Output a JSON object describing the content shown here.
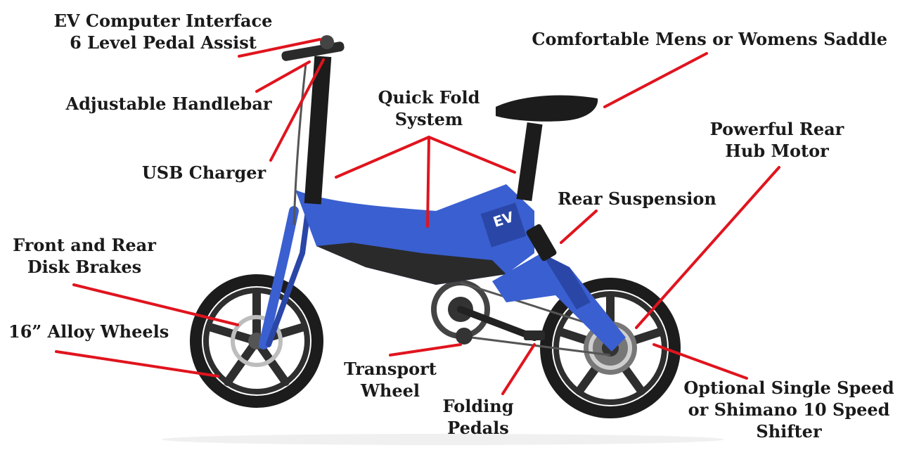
{
  "labels": {
    "ev_computer": {
      "line1": "EV Computer Interface",
      "line2": "6 Level Pedal Assist"
    },
    "handlebar": "Adjustable Handlebar",
    "usb_charger": "USB Charger",
    "disk_brakes": {
      "line1": "Front and Rear",
      "line2": "Disk Brakes"
    },
    "alloy_wheels": "16” Alloy Wheels",
    "quick_fold": {
      "line1": "Quick Fold",
      "line2": "System"
    },
    "saddle": "Comfortable Mens or Womens Saddle",
    "hub_motor": {
      "line1": "Powerful Rear",
      "line2": "Hub Motor"
    },
    "rear_suspension": "Rear Suspension",
    "transport_wheel": {
      "line1": "Transport",
      "line2": "Wheel"
    },
    "folding_pedals": {
      "line1": "Folding",
      "line2": "Pedals"
    },
    "shifter": {
      "line1": "Optional Single Speed",
      "line2": "or Shimano 10 Speed",
      "line3": "Shifter"
    }
  },
  "frame_logo": "EV",
  "colors": {
    "frame": "#3a5fd0",
    "frame_shadow": "#2a47a8",
    "tire": "#1c1c1c",
    "rim": "#2e2e2e",
    "callout_line": "#e0141e",
    "text": "#1a1a1a"
  }
}
